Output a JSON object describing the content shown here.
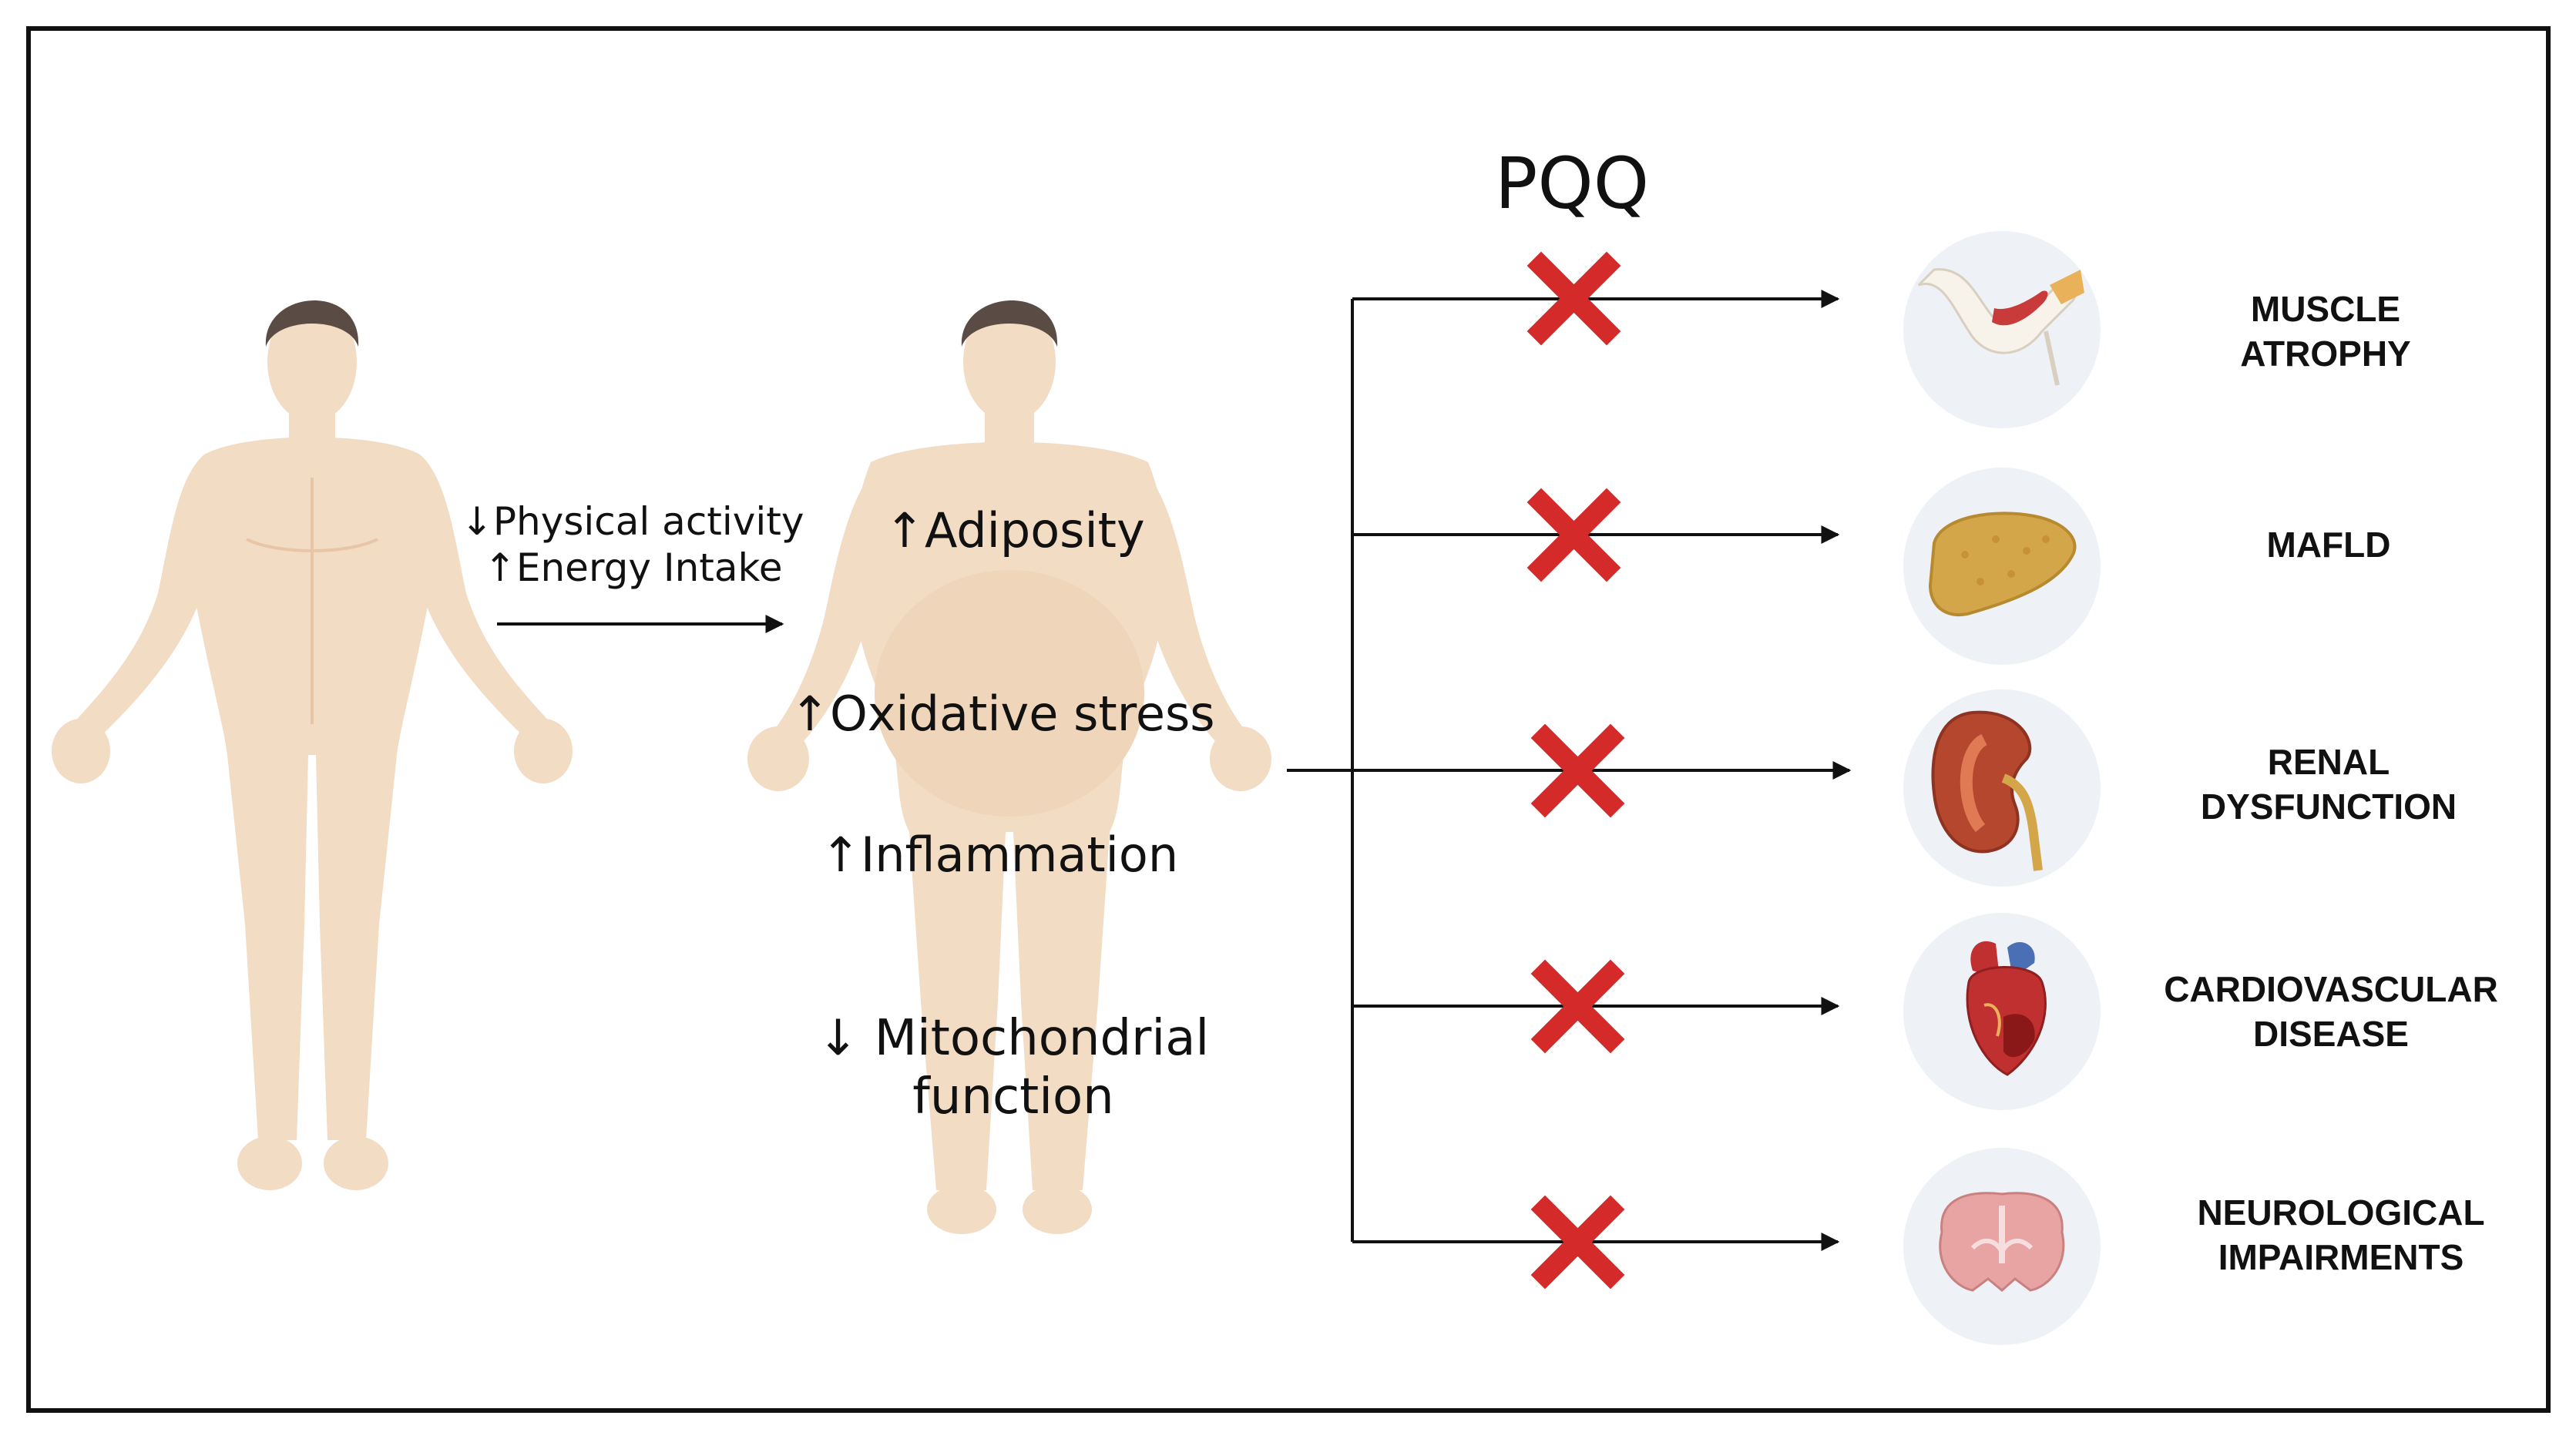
{
  "diagram": {
    "lifestyle": {
      "line1": "↓Physical activity",
      "line2": "↑Energy Intake"
    },
    "effects": {
      "adiposity": "↑Adiposity",
      "oxidative": "↑Oxidative stress",
      "inflammation": "↑Inflammation",
      "mito_line1": "↓ Mitochondrial",
      "mito_line2": "function"
    },
    "intervention": "PQQ",
    "outcomes": [
      {
        "line1": "MUSCLE",
        "line2": "ATROPHY",
        "icon": "arm-muscle-icon"
      },
      {
        "line1": "MAFLD",
        "line2": "",
        "icon": "liver-icon"
      },
      {
        "line1": "RENAL",
        "line2": "DYSFUNCTION",
        "icon": "kidney-icon"
      },
      {
        "line1": "CARDIOVASCULAR",
        "line2": "DISEASE",
        "icon": "heart-icon"
      },
      {
        "line1": "NEUROLOGICAL",
        "line2": "IMPAIRMENTS",
        "icon": "brain-icon"
      }
    ],
    "colors": {
      "skin": "#f2dcc4",
      "skin_shade": "#e6c6a6",
      "hair": "#5a4b45",
      "block_x": "#d42a2a",
      "icon_circle": "#eef1f6",
      "line": "#111111"
    }
  }
}
